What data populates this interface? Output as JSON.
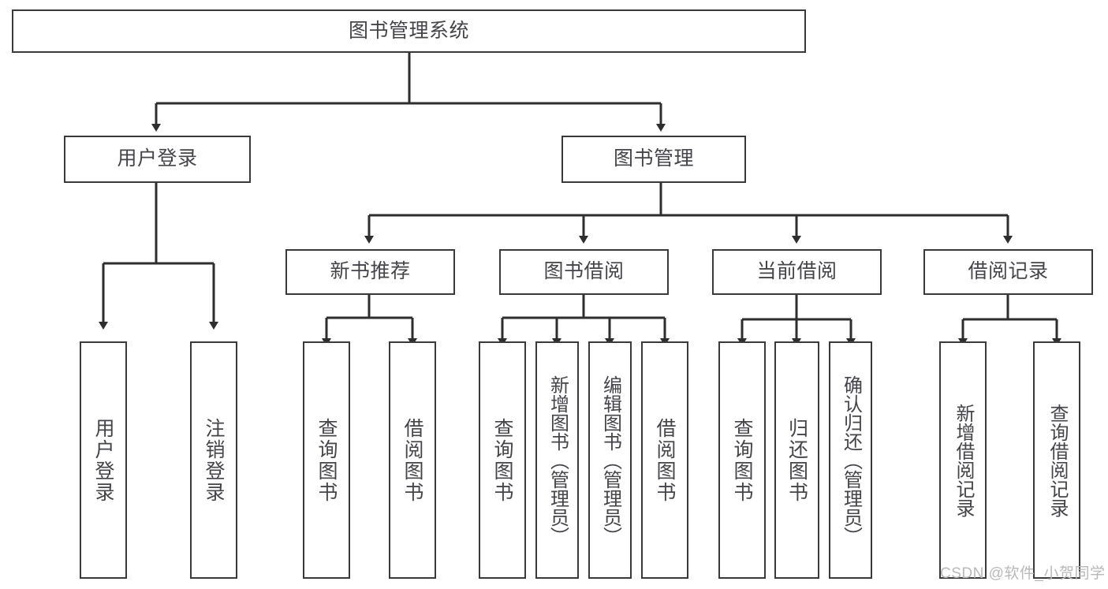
{
  "diagram": {
    "title": "图书管理系统",
    "type": "tree",
    "root": {
      "label": "图书管理系统"
    },
    "level2": [
      {
        "label": "用户登录"
      },
      {
        "label": "图书管理"
      }
    ],
    "level3": [
      {
        "label": "新书推荐"
      },
      {
        "label": "图书借阅"
      },
      {
        "label": "当前借阅"
      },
      {
        "label": "借阅记录"
      }
    ],
    "groups": [
      {
        "parent": "用户登录",
        "leaves": [
          {
            "label": "用户登录"
          },
          {
            "label": "注销登录"
          }
        ]
      },
      {
        "parent": "新书推荐",
        "leaves": [
          {
            "label": "查询图书"
          },
          {
            "label": "借阅图书"
          }
        ]
      },
      {
        "parent": "图书借阅",
        "leaves": [
          {
            "label": "查询图书"
          },
          {
            "label": "新增图书（管理员）"
          },
          {
            "label": "编辑图书（管理员）"
          },
          {
            "label": "借阅图书"
          }
        ]
      },
      {
        "parent": "当前借阅",
        "leaves": [
          {
            "label": "查询图书"
          },
          {
            "label": "归还图书"
          },
          {
            "label": "确认归还（管理员）"
          }
        ]
      },
      {
        "parent": "借阅记录",
        "leaves": [
          {
            "label": "新增借阅记录"
          },
          {
            "label": "查询借阅记录"
          }
        ]
      }
    ],
    "colors": {
      "border": "#3a3a3a",
      "text": "#44444a",
      "background": "#ffffff",
      "watermark": "#b9b9b9"
    }
  },
  "watermark": {
    "text": "CSDN @软件_小贺同学"
  }
}
